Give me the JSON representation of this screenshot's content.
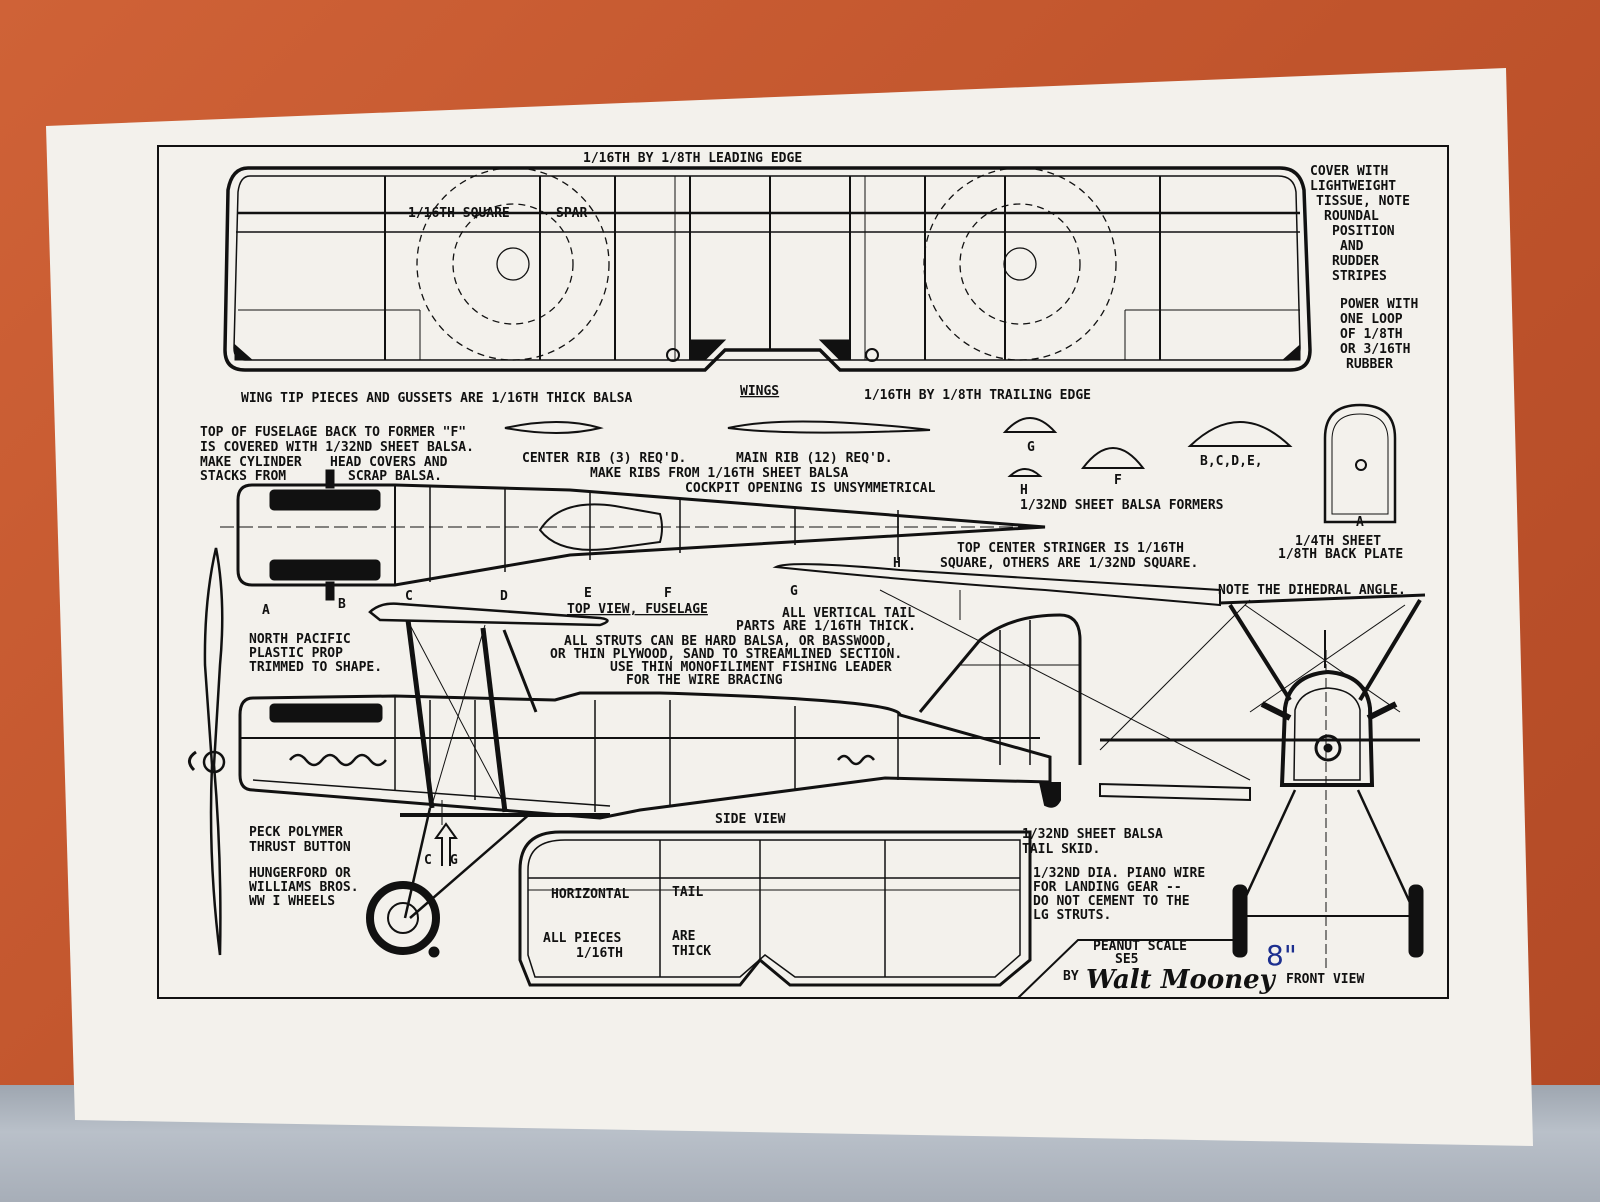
{
  "labels": {
    "leading_edge": "1/16TH BY 1/8TH LEADING EDGE",
    "square_spar": "1/16TH SQUARE",
    "spar": "SPAR",
    "cover_note": [
      "COVER WITH",
      "LIGHTWEIGHT",
      "TISSUE, NOTE",
      "ROUNDAL",
      "POSITION",
      "AND",
      "RUDDER",
      "STRIPES"
    ],
    "power_note": [
      "POWER WITH",
      "ONE LOOP",
      "OF 1/8TH",
      "OR 3/16TH",
      "RUBBER"
    ],
    "wing_tip": "WING TIP PIECES AND GUSSETS ARE 1/16TH THICK BALSA",
    "wings": "WINGS",
    "trailing_edge": "1/16TH BY 1/8TH TRAILING EDGE",
    "top_fuselage_note": [
      "TOP OF FUSELAGE BACK TO FORMER \"F\"",
      "IS COVERED WITH 1/32ND SHEET BALSA.",
      "MAKE CYLINDER",
      "HEAD COVERS AND",
      "STACKS FROM",
      "SCRAP BALSA."
    ],
    "center_rib": "CENTER RIB (3) REQ'D.",
    "main_rib": "MAIN RIB (12) REQ'D.",
    "make_ribs": "MAKE RIBS FROM 1/16TH SHEET BALSA",
    "cockpit": "COCKPIT OPENING IS UNSYMMETRICAL",
    "former_g": "G",
    "former_h": "H",
    "former_f": "F",
    "former_bcde": "B,C,D,E,",
    "former_a": "A",
    "formers_note": "1/32ND SHEET BALSA FORMERS",
    "back_plate": [
      "1/4TH SHEET",
      "1/8TH BACK PLATE"
    ],
    "stringer_note": [
      "TOP CENTER STRINGER IS 1/16TH",
      "SQUARE, OTHERS ARE 1/32ND SQUARE."
    ],
    "h_station": "H",
    "stations": [
      "A",
      "B",
      "C",
      "D",
      "E",
      "F",
      "G"
    ],
    "top_view": "TOP VIEW, FUSELAGE",
    "dihedral": "NOTE THE DIHEDRAL ANGLE.",
    "tail_note": [
      "ALL VERTICAL TAIL",
      "PARTS ARE 1/16TH THICK."
    ],
    "struts_note": [
      "ALL STRUTS CAN BE HARD BALSA, OR BASSWOOD,",
      "OR THIN PLYWOOD, SAND TO STREAMLINED SECTION.",
      "USE THIN MONOFILIMENT FISHING LEADER",
      "FOR THE WIRE BRACING"
    ],
    "prop_note": [
      "NORTH PACIFIC",
      "PLASTIC PROP",
      "TRIMMED TO SHAPE."
    ],
    "side_view": "SIDE VIEW",
    "thrust_note": [
      "PECK POLYMER",
      "THRUST BUTTON"
    ],
    "wheels_note": [
      "HUNGERFORD OR",
      "WILLIAMS BROS.",
      "WW I WHEELS"
    ],
    "cg": "C",
    "cg2": "G",
    "horizontal": "HORIZONTAL",
    "tail": "TAIL",
    "all_pieces": "ALL PIECES",
    "sixteenth": "1/16TH",
    "are": "ARE",
    "thick": "THICK",
    "tail_skid": [
      "1/32ND SHEET BALSA",
      "TAIL SKID."
    ],
    "piano_wire": [
      "1/32ND DIA. PIANO WIRE",
      "FOR LANDING GEAR --",
      "DO NOT CEMENT TO THE",
      "LG STRUTS."
    ],
    "peanut_scale": "PEANUT SCALE",
    "model": "SE5",
    "by": "BY",
    "signature": "Walt Mooney",
    "handwritten_size": "8\"",
    "front_view": "FRONT VIEW"
  }
}
